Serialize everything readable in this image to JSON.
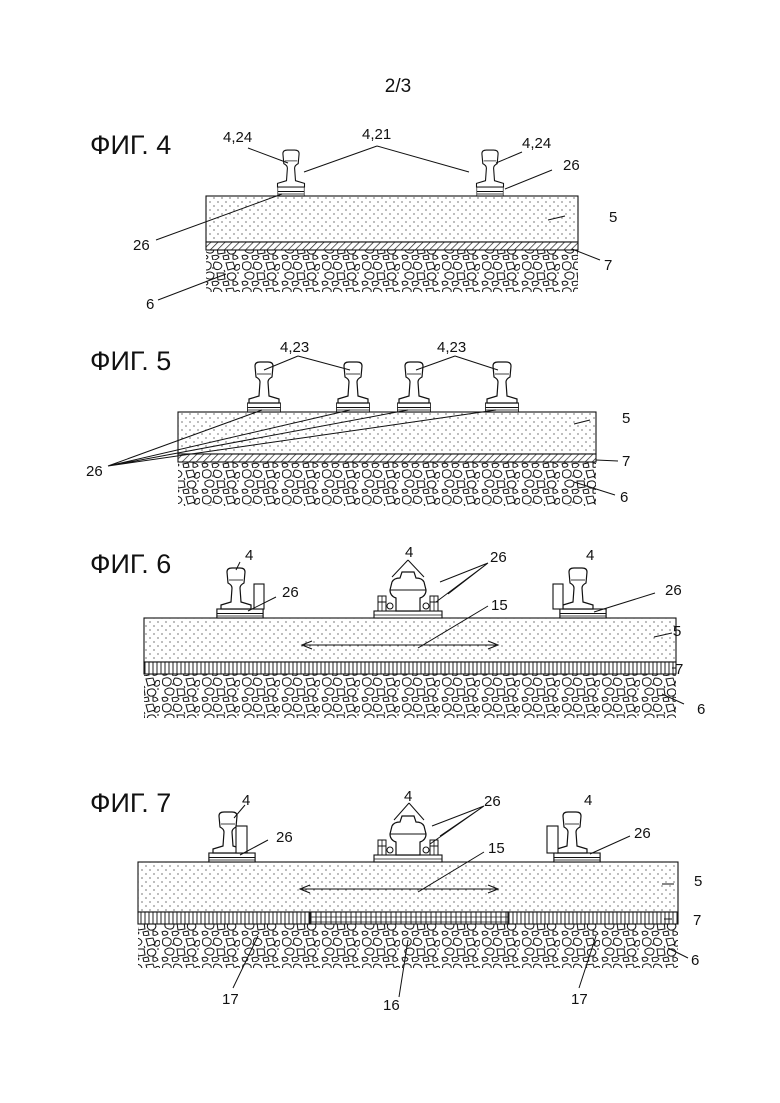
{
  "page_number": "2/3",
  "figures": [
    {
      "title": "ФИГ. 4",
      "labels": {
        "rail_left": "4,24",
        "rail_pair": "4,21",
        "rail_right": "4,24",
        "pad_right": "26",
        "pad_left": "26",
        "slab": "5",
        "layer": "7",
        "ballast": "6"
      }
    },
    {
      "title": "ФИГ. 5",
      "labels": {
        "rails_left": "4,23",
        "rails_right": "4,23",
        "pads": "26",
        "slab": "5",
        "layer": "7",
        "ballast": "6"
      }
    },
    {
      "title": "ФИГ. 6",
      "labels": {
        "rail_left": "4",
        "pad_left": "26",
        "rail_center": "4",
        "pad_center": "26",
        "rail_right": "4",
        "pad_right": "26",
        "arrow": "15",
        "slab": "5",
        "layer": "7",
        "ballast": "6"
      }
    },
    {
      "title": "ФИГ. 7",
      "labels": {
        "rail_left": "4",
        "pad_left": "26",
        "rail_center": "4",
        "pad_center": "26",
        "rail_right": "4",
        "pad_right": "26",
        "arrow": "15",
        "slab": "5",
        "layer": "7",
        "ballast": "6",
        "zone_left": "17",
        "zone_center": "16",
        "zone_right": "17"
      }
    }
  ]
}
